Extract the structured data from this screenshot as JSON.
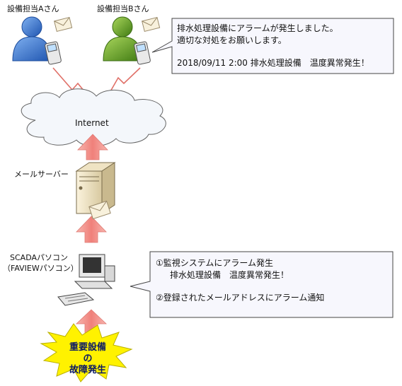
{
  "people": {
    "person_a": {
      "label": "設備担当Aさん"
    },
    "person_b": {
      "label": "設備担当Bさん"
    }
  },
  "network": {
    "cloud_label": "Internet"
  },
  "server": {
    "label": "メールサーバー"
  },
  "scada": {
    "label_line1": "SCADAパソコン",
    "label_line2": "（FAVIEWパソコン）"
  },
  "alarm_notice": {
    "line1": "排水処理設備にアラームが発生しました。",
    "line2": "適切な対処をお願いします。",
    "line3": "2018/09/11 2:00 排水処理設備　温度異常発生！"
  },
  "process_notice": {
    "line1": "①監視システムにアラーム発生",
    "line2": "排水処理設備　温度異常発生！",
    "line3": "②登録されたメールアドレスにアラーム通知"
  },
  "burst": {
    "line1": "重要設備の",
    "line2": "故障発生"
  },
  "colors": {
    "person_a": "#2f6fd0",
    "person_b": "#5e9a22",
    "arrow": "#f08f88",
    "burst_fill": "#fff200",
    "burst_text": "#0b1a66",
    "cloud_fill": "#f4f7fb"
  }
}
